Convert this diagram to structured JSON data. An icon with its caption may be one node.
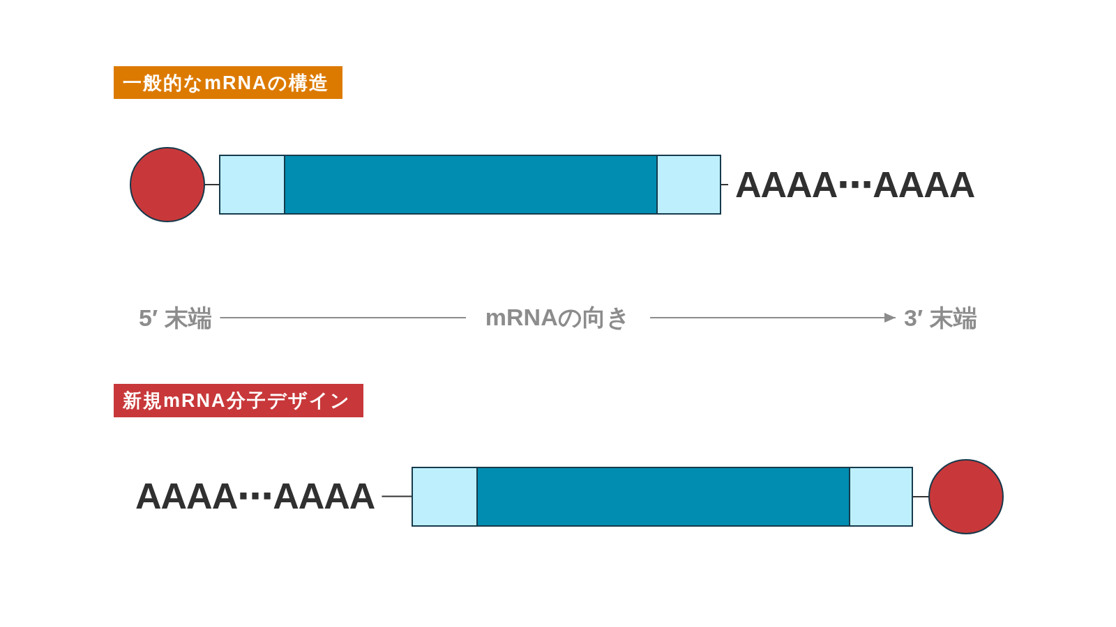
{
  "diagram": {
    "nodes": [
      {
        "text": [
          "一般的なmRNAの構造"
        ]
      },
      {
        "text": [],
        "shape": "circle"
      },
      {
        "text": [],
        "shape": "box"
      },
      {
        "text": [],
        "shape": "box"
      },
      {
        "text": [],
        "shape": "box"
      },
      {
        "text": [
          "AAAA⋯AAAA"
        ]
      },
      {
        "text": [
          "5′ 末端"
        ]
      },
      {
        "text": [
          "3′ 末端"
        ]
      },
      {
        "text": [
          "新規mRNA分子デザイン"
        ]
      },
      {
        "text": [
          "AAAA⋯AAAA"
        ]
      },
      {
        "text": [],
        "shape": "box"
      },
      {
        "text": [],
        "shape": "box"
      },
      {
        "text": [],
        "shape": "box"
      },
      {
        "text": [],
        "shape": "circle"
      }
    ],
    "edges": [
      {
        "from": 1,
        "to": 2,
        "arrow": "none"
      },
      {
        "from": 4,
        "to": 5,
        "arrow": "none"
      },
      {
        "from": 6,
        "to": 7,
        "arrow": "to",
        "label": "mRNAの向き",
        "color": "#8c8c8c"
      },
      {
        "from": 9,
        "to": 10,
        "arrow": "none"
      },
      {
        "from": 12,
        "to": 13,
        "arrow": "none"
      }
    ]
  }
}
